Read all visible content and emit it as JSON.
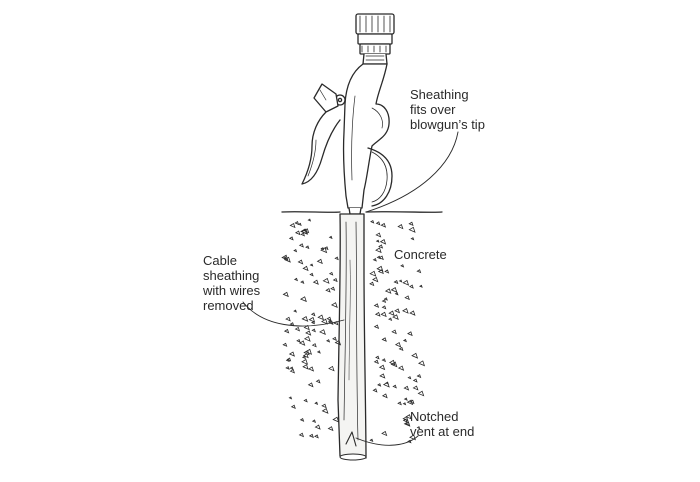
{
  "labels": {
    "sheathing_fits": [
      "Sheathing",
      "fits over",
      "blowgun’s tip"
    ],
    "concrete": [
      "Concrete"
    ],
    "cable_sheathing": [
      "Cable",
      "sheathing",
      "with wires",
      "removed"
    ],
    "notched_vent": [
      "Notched",
      "vent at end"
    ]
  },
  "colors": {
    "ink": "#2a2a2a",
    "paper": "#ffffff",
    "tube_fill": "#f4f4f2"
  }
}
